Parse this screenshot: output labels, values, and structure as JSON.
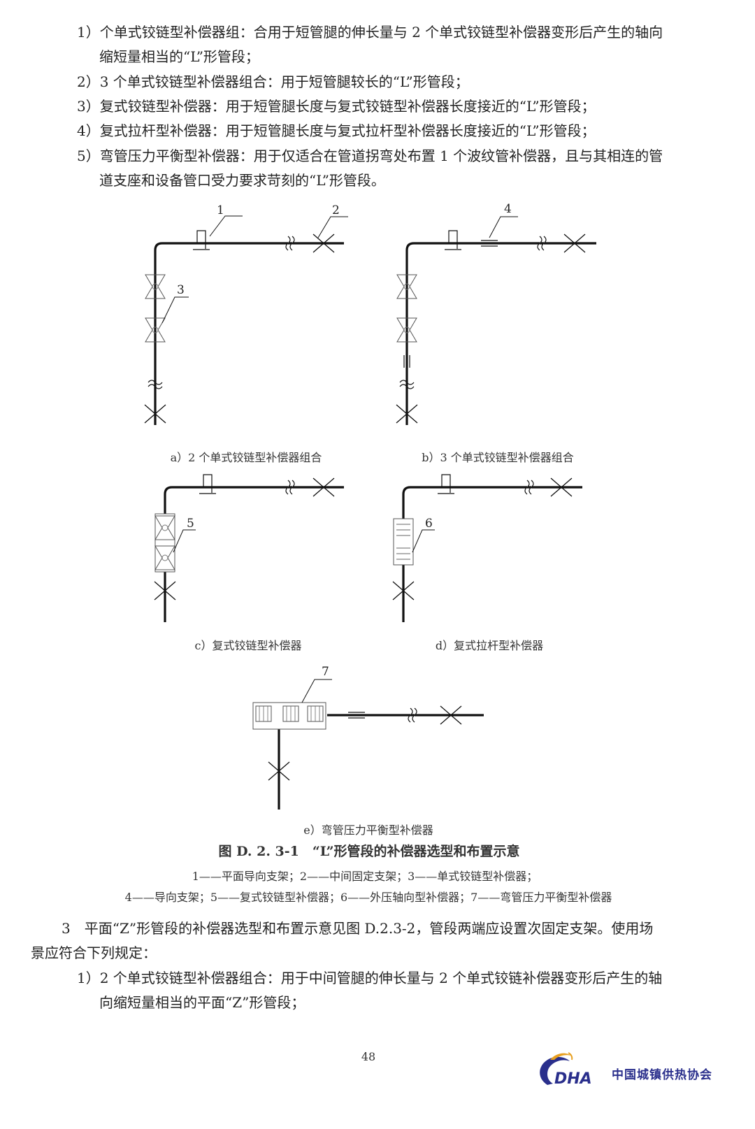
{
  "intro_items": [
    {
      "line1": "1）个单式铰链型补偿器组：合用于短管腿的伸长量与 2 个单式铰链型补偿器变形后产生的轴向",
      "line2": "缩短量相当的“L”形管段；"
    },
    {
      "line1": "2）3 个单式铰链型补偿器组合：用于短管腿较长的“L”形管段；"
    },
    {
      "line1": "3）复式铰链型补偿器：用于短管腿长度与复式铰链型补偿器长度接近的“L”形管段；"
    },
    {
      "line1": "4）复式拉杆型补偿器：用于短管腿长度与复式拉杆型补偿器长度接近的“L”形管段；"
    },
    {
      "line1": "5）弯管压力平衡型补偿器：用于仅适合在管道拐弯处布置 1 个波纹管补偿器，且与其相连的管",
      "line2": "道支座和设备管口受力要求苛刻的“L”形管段。"
    }
  ],
  "figure": {
    "callouts": [
      "1",
      "2",
      "3",
      "4",
      "5",
      "6",
      "7"
    ],
    "captions": {
      "a": "a）2 个单式铰链型补偿器组合",
      "b": "b）3 个单式铰链型补偿器组合",
      "c": "c）复式铰链型补偿器",
      "d": "d）复式拉杆型补偿器",
      "e": "e）弯管压力平衡型补偿器"
    },
    "title": "图 D. 2. 3-1　“L”形管段的补偿器选型和布置示意",
    "legend_line1": "1——平面导向支架；2——中间固定支架；3——单式铰链型补偿器；",
    "legend_line2": "4——导向支架；5——复式铰链型补偿器；6——外压轴向型补偿器；7——弯管压力平衡型补偿器"
  },
  "section3": {
    "line1": "3　平面“Z”形管段的补偿器选型和布置示意见图 D.2.3-2，管段两端应设置次固定支架。使用场",
    "line2": "景应符合下列规定：",
    "item1_line1": "1）2 个单式铰链型补偿器组合：用于中间管腿的伸长量与 2 个单式铰链补偿器变形后产生的轴",
    "item1_line2": "向缩短量相当的平面“Z”形管段；"
  },
  "page_number": "48",
  "logo": {
    "mark": "CDHA",
    "name": "中国城镇供热协会",
    "colors": {
      "blue": "#2a2f8c",
      "orange": "#e8a020"
    }
  }
}
